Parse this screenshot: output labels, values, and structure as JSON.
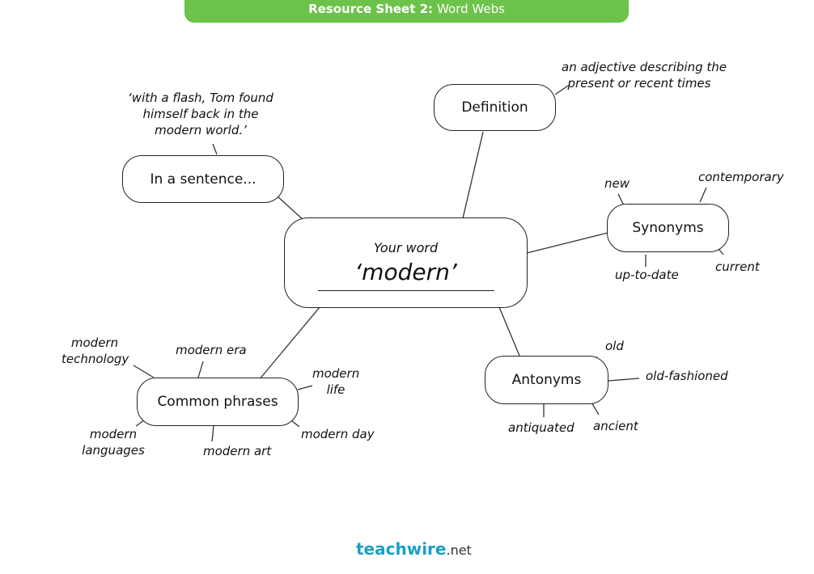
{
  "header": {
    "title_bold": "Resource Sheet 2:",
    "title_rest": "Word Webs"
  },
  "center": {
    "caption": "Your word",
    "word": "‘modern’"
  },
  "nodes": {
    "definition": {
      "label": "Definition",
      "notes": [
        "an adjective describing the",
        "present or recent times"
      ]
    },
    "sentence": {
      "label": "In a sentence...",
      "notes": [
        "‘with a flash, Tom found",
        "himself back in the",
        "modern world.’"
      ]
    },
    "synonyms": {
      "label": "Synonyms",
      "items": [
        "new",
        "contemporary",
        "up-to-date",
        "current"
      ]
    },
    "antonyms": {
      "label": "Antonyms",
      "items": [
        "old",
        "old-fashioned",
        "antiquated",
        "ancient"
      ]
    },
    "phrases": {
      "label": "Common phrases",
      "items": [
        "modern",
        "technology",
        "modern era",
        "modern",
        "life",
        "modern",
        "languages",
        "modern art",
        "modern day"
      ]
    }
  },
  "footer": {
    "brand": "teachwire",
    "suffix": ".net"
  }
}
